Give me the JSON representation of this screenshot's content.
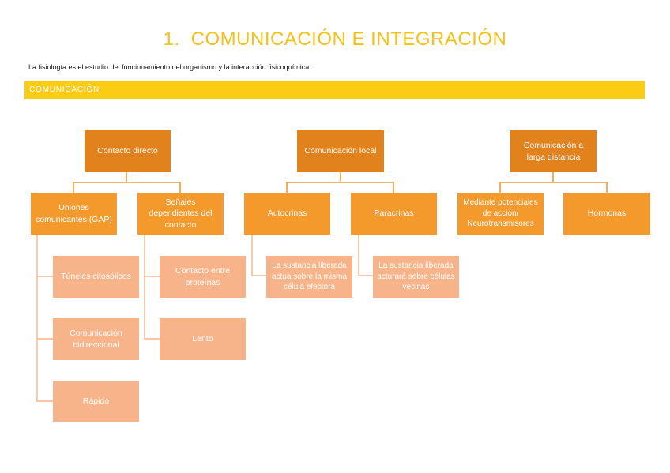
{
  "header": {
    "number": "1.",
    "title": "COMUNICACIÓN E INTEGRACIÓN"
  },
  "intro": "La fisiología es el estudio del funcionamiento del organismo y la interacción fisicoquímica.",
  "section": "COMUNICACIÓN",
  "colors": {
    "title": "#F5C01A",
    "banner": "#FACC14",
    "level1": "#E2821C",
    "level2": "#F4992B",
    "level3": "#F7B48A"
  },
  "diagram": {
    "contacto_directo": {
      "label": "Contacto directo",
      "uniones": {
        "label": "Uniones comunicantes (GAP)",
        "items": [
          "Túneles citosólicos",
          "Comunicación bidireccional",
          "Rápido"
        ]
      },
      "senales": {
        "label": "Señales dependientes del contacto",
        "items": [
          "Contacto entre proteínas",
          "Lento"
        ]
      }
    },
    "comunicacion_local": {
      "label": "Comunicación local",
      "autocrinas": {
        "label": "Autocrinas",
        "detail": "La sustancia liberada actua sobre la misma célula efectora"
      },
      "paracrinas": {
        "label": "Paracrinas",
        "detail": "La sustancia liberada acturará sobre células vecinas"
      }
    },
    "larga_distancia": {
      "label": "Comunicación a larga distancia",
      "potenciales": "Mediante potenciales de acción/ Neurotransmisores",
      "hormonas": "Hormonas"
    }
  }
}
